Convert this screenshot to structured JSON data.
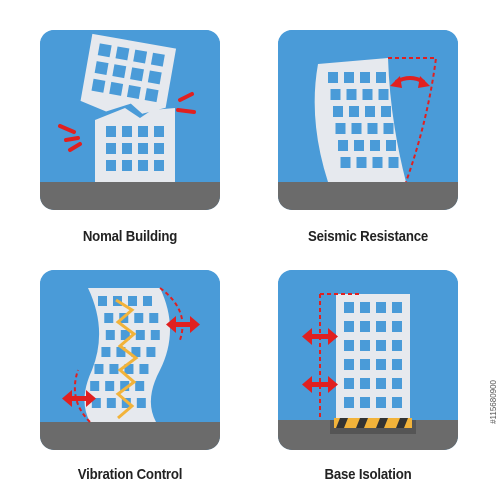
{
  "panels": [
    {
      "id": "normal",
      "caption": "Nomal Building"
    },
    {
      "id": "seismic",
      "caption": "Seismic Resistance"
    },
    {
      "id": "vibration",
      "caption": "Vibration Control"
    },
    {
      "id": "isolation",
      "caption": "Base Isolation"
    }
  ],
  "side_label": "#115680900",
  "colors": {
    "sky": "#4a9bd8",
    "ground": "#6b6b6b",
    "building": "#e6e9ee",
    "window": "#4a9bd8",
    "accent_red": "#e02020",
    "damper_yellow": "#f2b33a"
  },
  "icons": [
    "crack-icon",
    "sway-arrow-icon",
    "damper-icon",
    "isolator-icon"
  ]
}
